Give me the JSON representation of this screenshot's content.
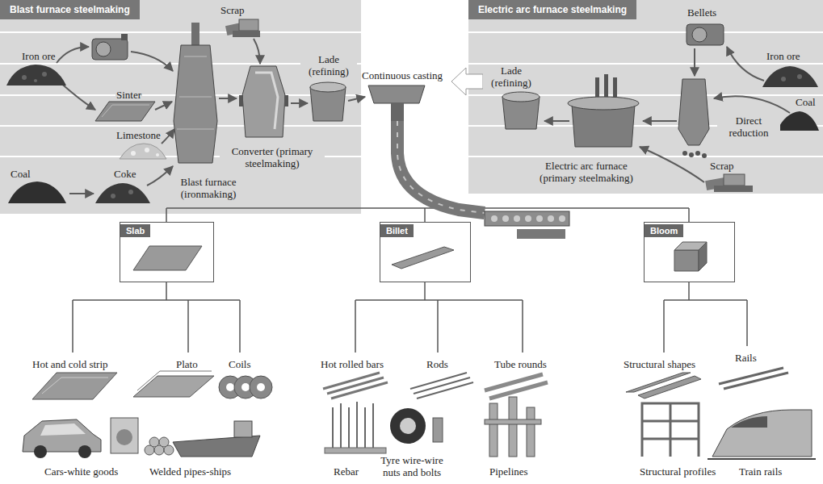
{
  "diagram": {
    "nodes": [
      {
        "text": [
          "Blast furnace steelmaking"
        ]
      },
      {
        "text": [
          "Electric arc furnace steelmaking"
        ]
      },
      {
        "text": [
          "Slab"
        ]
      },
      {
        "text": [
          "Billet"
        ]
      },
      {
        "text": [
          "Bloom"
        ]
      }
    ],
    "labels": [
      "Scrap",
      "Iron ore",
      "Sinter",
      "Limestone",
      "Converter (primary steelmaking)",
      "Coal",
      "Coke",
      "Blast furnace (ironmaking)",
      "Lade (refining)",
      "Continuous casting",
      "Bellets",
      "Iron ore",
      "Lade (refining)",
      "Coal",
      "Direct reduction",
      "Electric arc furnace (primary steelmaking)",
      "Scrap",
      "Hot and cold strip",
      "Plato",
      "Coils",
      "Cars-white goods",
      "Welded pipes-ships",
      "Hot rolled bars",
      "Rods",
      "Tube rounds",
      "Rebar",
      "Tyre wire-wire nuts and bolts",
      "Pipelines",
      "Structural shapes",
      "Rails",
      "Structural profiles",
      "Train rails"
    ]
  }
}
